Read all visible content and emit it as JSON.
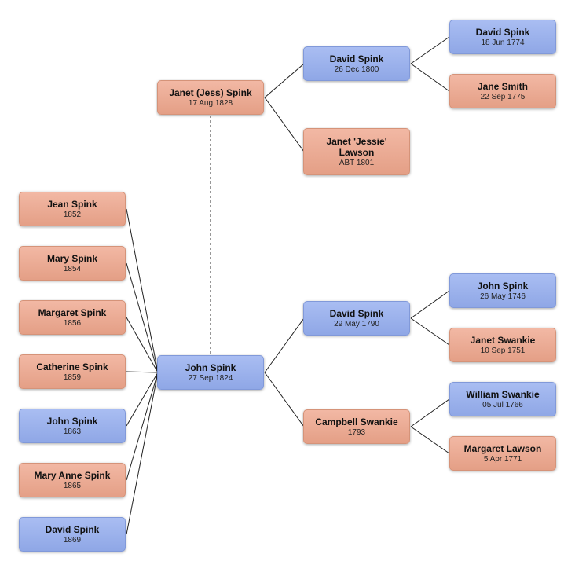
{
  "colors": {
    "male": "#9db2ec",
    "female": "#eaa88f",
    "line": "#222222",
    "marriage_line": "#777777"
  },
  "people": {
    "janet_jess": {
      "name": "Janet (Jess) Spink",
      "date": "17 Aug 1828",
      "sex": "female"
    },
    "john_main": {
      "name": "John Spink",
      "date": "27 Sep 1824",
      "sex": "male"
    },
    "david_1800": {
      "name": "David Spink",
      "date": "26 Dec 1800",
      "sex": "male"
    },
    "janet_lawson": {
      "name": "Janet 'Jessie' Lawson",
      "date": "ABT 1801",
      "sex": "female"
    },
    "david_1774": {
      "name": "David Spink",
      "date": "18 Jun 1774",
      "sex": "male"
    },
    "jane_smith": {
      "name": "Jane Smith",
      "date": "22 Sep 1775",
      "sex": "female"
    },
    "david_1790": {
      "name": "David Spink",
      "date": "29 May 1790",
      "sex": "male"
    },
    "campbell": {
      "name": "Campbell Swankie",
      "date": "1793",
      "sex": "female"
    },
    "john_1746": {
      "name": "John Spink",
      "date": "26 May 1746",
      "sex": "male"
    },
    "janet_swankie": {
      "name": "Janet Swankie",
      "date": "10 Sep 1751",
      "sex": "female"
    },
    "william": {
      "name": "William Swankie",
      "date": "05 Jul 1766",
      "sex": "male"
    },
    "margaret_lawson": {
      "name": "Margaret Lawson",
      "date": "5 Apr 1771",
      "sex": "female"
    },
    "jean": {
      "name": "Jean Spink",
      "date": "1852",
      "sex": "female"
    },
    "mary": {
      "name": "Mary Spink",
      "date": "1854",
      "sex": "female"
    },
    "margaret": {
      "name": "Margaret Spink",
      "date": "1856",
      "sex": "female"
    },
    "catherine": {
      "name": "Catherine Spink",
      "date": "1859",
      "sex": "female"
    },
    "john_1863": {
      "name": "John Spink",
      "date": "1863",
      "sex": "male"
    },
    "mary_anne": {
      "name": "Mary Anne Spink",
      "date": "1865",
      "sex": "female"
    },
    "david_1869": {
      "name": "David Spink",
      "date": "1869",
      "sex": "male"
    }
  }
}
